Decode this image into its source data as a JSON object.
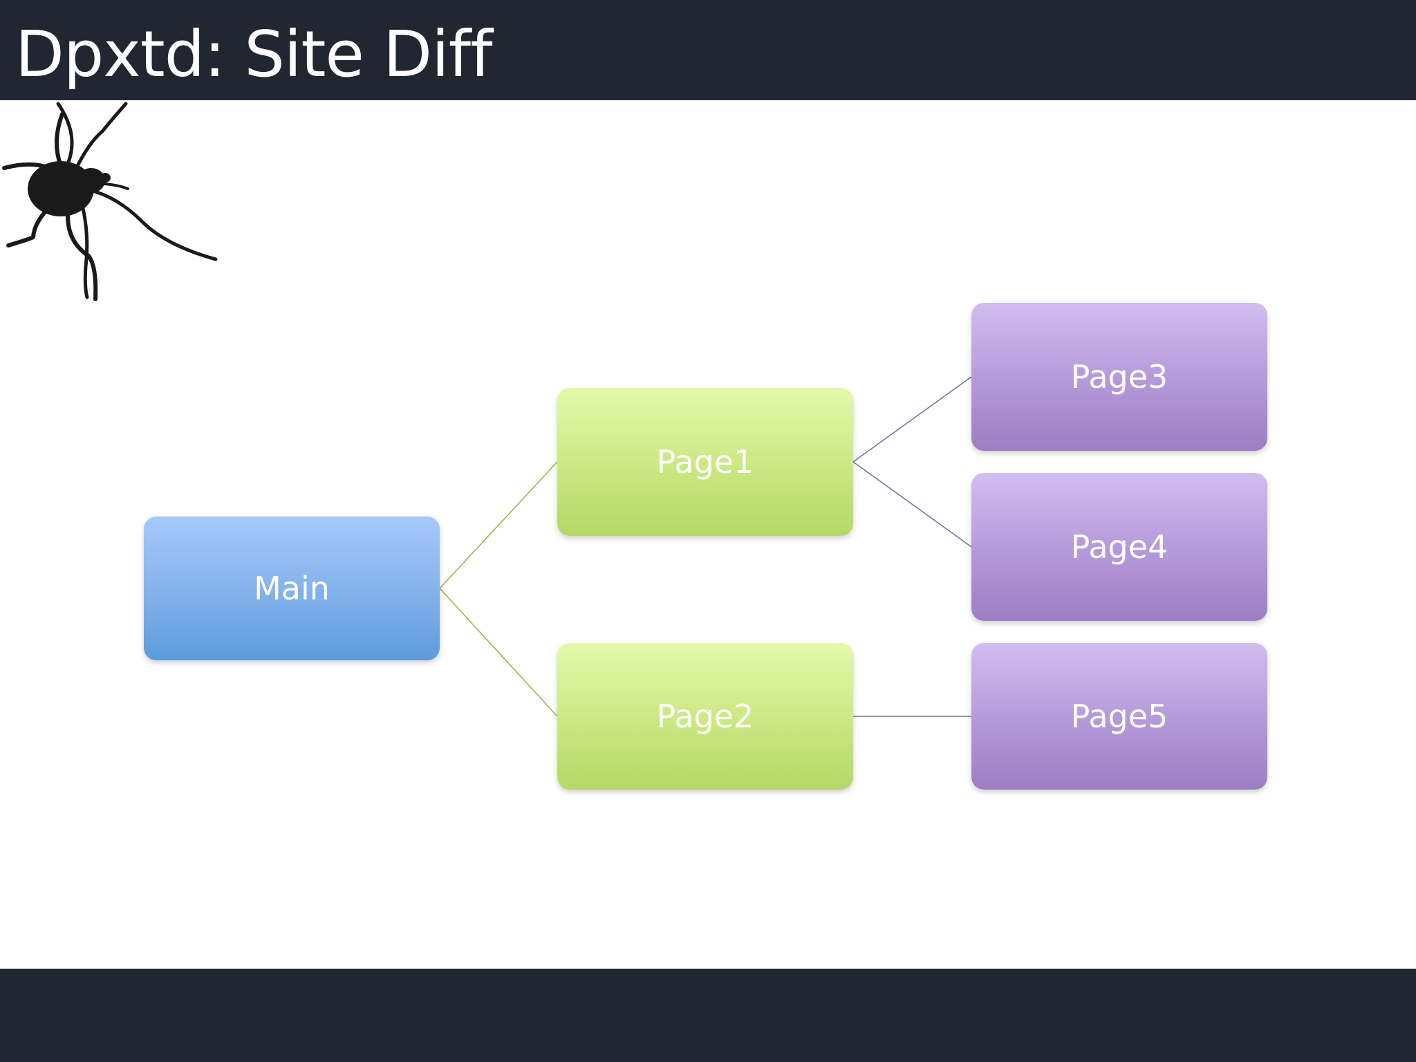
{
  "slide": {
    "title": "Dpxtd: Site Diff"
  },
  "diagram": {
    "nodes": {
      "main": "Main",
      "page1": "Page1",
      "page2": "Page2",
      "page3": "Page3",
      "page4": "Page4",
      "page5": "Page5"
    },
    "edges": [
      [
        "Main",
        "Page1"
      ],
      [
        "Main",
        "Page2"
      ],
      [
        "Page1",
        "Page3"
      ],
      [
        "Page1",
        "Page4"
      ],
      [
        "Page2",
        "Page5"
      ]
    ],
    "colors": {
      "level0": "#7fb0ea",
      "level1": "#cce985",
      "level2": "#b69bdb",
      "connector_green": "#9fb34a",
      "connector_purple": "#7a72a8",
      "bar": "#222630"
    },
    "decoration": "spider-icon"
  }
}
